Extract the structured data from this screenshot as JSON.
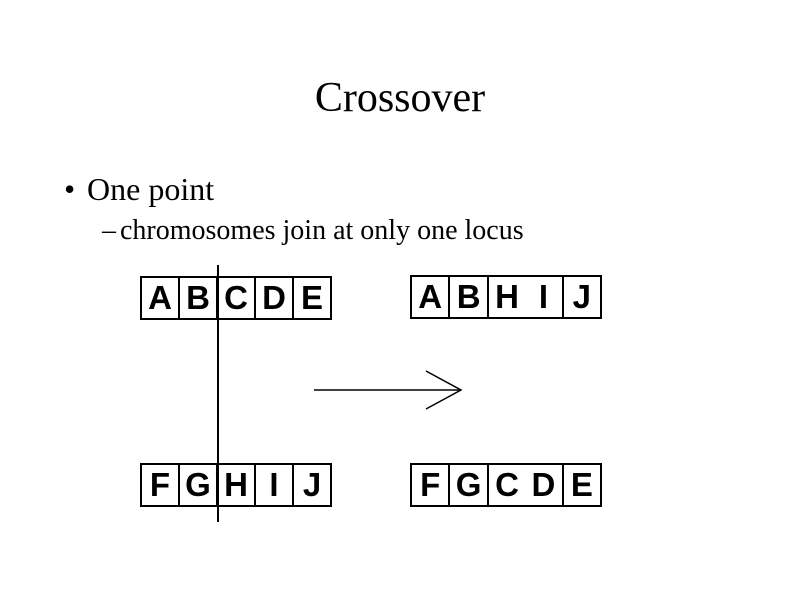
{
  "slide": {
    "title": "Crossover",
    "bullet": {
      "marker": "•",
      "text": "One point"
    },
    "sub_bullet": {
      "marker": "–",
      "text": "chromosomes join at only one locus"
    }
  },
  "diagram": {
    "chromosomes": [
      {
        "name": "parent-top-left",
        "genes": [
          "A",
          "B",
          "C",
          "D",
          "E"
        ],
        "missing_divider_index": -1
      },
      {
        "name": "child-top-right",
        "genes": [
          "A",
          "B",
          "H",
          "I",
          "J"
        ],
        "missing_divider_index": 3
      },
      {
        "name": "parent-bottom-left",
        "genes": [
          "F",
          "G",
          "H",
          "I",
          "J"
        ],
        "missing_divider_index": -1
      },
      {
        "name": "child-bottom-right",
        "genes": [
          "F",
          "G",
          "C",
          "D",
          "E"
        ],
        "missing_divider_index": 3
      }
    ],
    "crossover_line": "one-point-cut-between-gene-2-and-3",
    "arrow": "right-arrow"
  },
  "colors": {
    "background": "#ffffff",
    "ink": "#000000"
  }
}
